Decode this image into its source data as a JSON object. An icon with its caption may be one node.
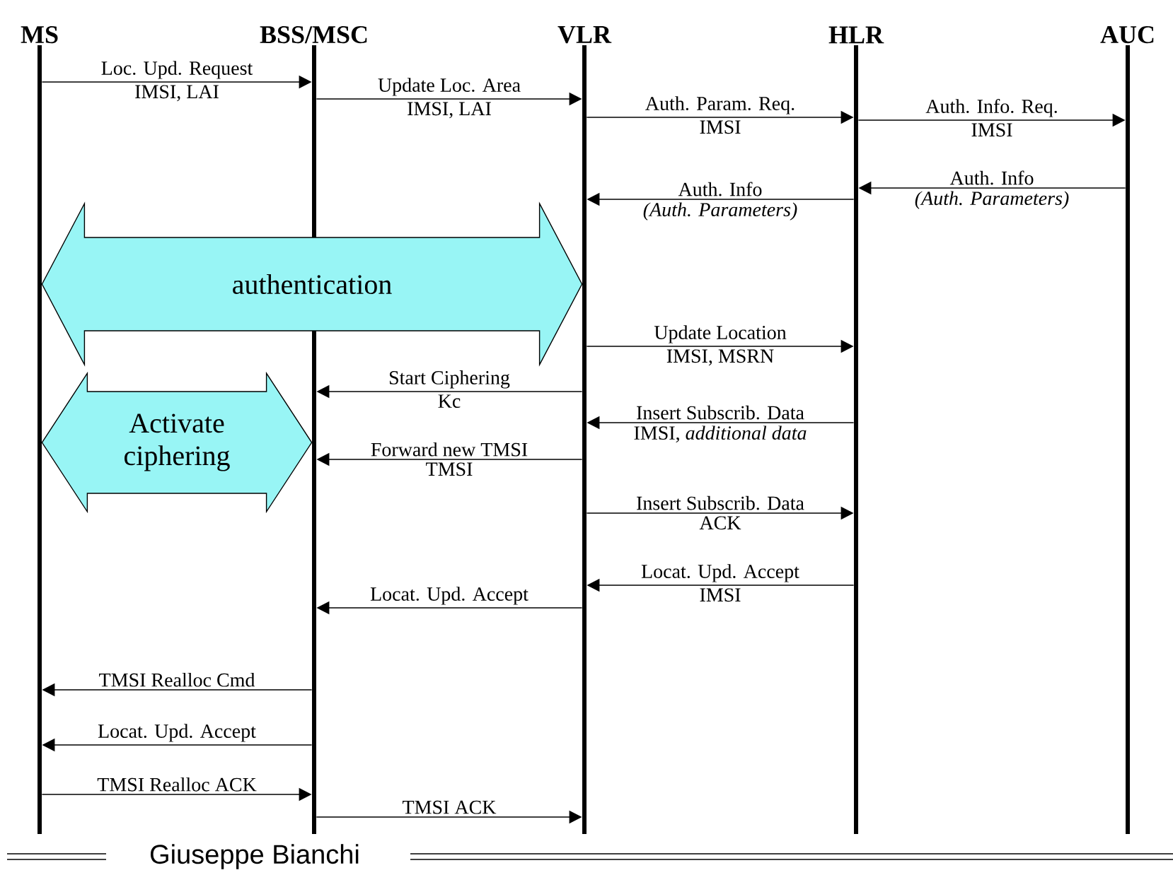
{
  "diagram": {
    "nodes": [
      {
        "text": [
          "MS"
        ]
      },
      {
        "text": [
          "BSS/MSC"
        ]
      },
      {
        "text": [
          "VLR"
        ]
      },
      {
        "text": [
          "HLR"
        ]
      },
      {
        "text": [
          "AUC"
        ]
      }
    ],
    "edges": [
      {
        "from": 0,
        "to": 1,
        "arrow": "to",
        "label": "Loc. Upd. Request"
      },
      {
        "from": 1,
        "to": 2,
        "arrow": "to",
        "label": "Update Loc. Area"
      },
      {
        "from": 2,
        "to": 3,
        "arrow": "to",
        "label": "Auth. Param. Req."
      },
      {
        "from": 3,
        "to": 4,
        "arrow": "to",
        "label": "Auth. Info. Req."
      },
      {
        "from": 4,
        "to": 3,
        "arrow": "to",
        "label": "Auth. Info"
      },
      {
        "from": 3,
        "to": 2,
        "arrow": "to",
        "label": "Auth. Info"
      },
      {
        "from": 2,
        "to": 3,
        "arrow": "to",
        "label": "Update Location"
      },
      {
        "from": 2,
        "to": 1,
        "arrow": "to",
        "label": "Start Ciphering"
      },
      {
        "from": 3,
        "to": 2,
        "arrow": "to",
        "label": "Insert Subscrib. Data"
      },
      {
        "from": 2,
        "to": 1,
        "arrow": "to",
        "label": "Forward new TMSI"
      },
      {
        "from": 2,
        "to": 3,
        "arrow": "to",
        "label": "Insert Subscrib. Data"
      },
      {
        "from": 3,
        "to": 2,
        "arrow": "to",
        "label": "Locat. Upd. Accept"
      },
      {
        "from": 2,
        "to": 1,
        "arrow": "to",
        "label": "Locat. Upd. Accept"
      },
      {
        "from": 1,
        "to": 0,
        "arrow": "to",
        "label": "TMSI Realloc Cmd"
      },
      {
        "from": 1,
        "to": 0,
        "arrow": "to",
        "label": "Locat. Upd. Accept"
      },
      {
        "from": 0,
        "to": 1,
        "arrow": "to",
        "label": "TMSI Realloc ACK"
      },
      {
        "from": 1,
        "to": 2,
        "arrow": "to",
        "label": "TMSI ACK"
      },
      {
        "from": 0,
        "to": 2,
        "arrow": "both",
        "style": "thick",
        "label": "authentication"
      },
      {
        "from": 0,
        "to": 1,
        "arrow": "both",
        "style": "thick",
        "label": "Activate ciphering"
      }
    ],
    "labels": [
      "IMSI, LAI",
      "IMSI, LAI",
      "IMSI",
      "IMSI",
      "(Auth. Parameters)",
      "(Auth. Parameters)",
      "IMSI, MSRN",
      "Kc",
      "IMSI, *additional data*",
      "TMSI",
      "ACK",
      "IMSI",
      "Giuseppe Bianchi"
    ]
  }
}
